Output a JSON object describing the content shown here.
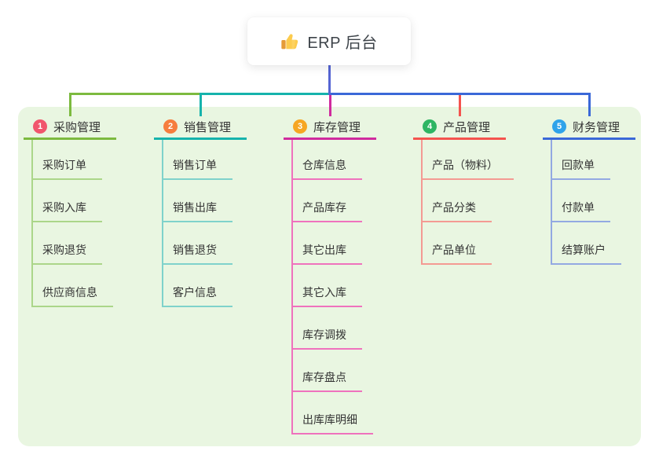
{
  "root": {
    "label": "ERP 后台",
    "icon": "thumbs-up-icon"
  },
  "panel_color": "#e9f6e1",
  "connector_colors": {
    "root_stub": "#5565d3"
  },
  "branches": [
    {
      "number": "1",
      "label": "采购管理",
      "badge_color": "#f1566d",
      "line_color": "#7cba3f",
      "child_line_color": "#abd689",
      "children": [
        "采购订单",
        "采购入库",
        "采购退货",
        "供应商信息"
      ]
    },
    {
      "number": "2",
      "label": "销售管理",
      "badge_color": "#f67d3e",
      "line_color": "#16b3ac",
      "child_line_color": "#7fd2cb",
      "children": [
        "销售订单",
        "销售出库",
        "销售退货",
        "客户信息"
      ]
    },
    {
      "number": "3",
      "label": "库存管理",
      "badge_color": "#f6a623",
      "line_color": "#d02b9e",
      "child_line_color": "#ef72bd",
      "children": [
        "仓库信息",
        "产品库存",
        "其它出库",
        "其它入库",
        "库存调拨",
        "库存盘点",
        "出库库明细"
      ]
    },
    {
      "number": "4",
      "label": "产品管理",
      "badge_color": "#2eb563",
      "line_color": "#f4534e",
      "child_line_color": "#f49a93",
      "children": [
        "产品（物料）",
        "产品分类",
        "产品单位"
      ]
    },
    {
      "number": "5",
      "label": "财务管理",
      "badge_color": "#2fa3ea",
      "line_color": "#3a68d8",
      "child_line_color": "#93a9e2",
      "children": [
        "回款单",
        "付款单",
        "结算账户"
      ]
    }
  ]
}
